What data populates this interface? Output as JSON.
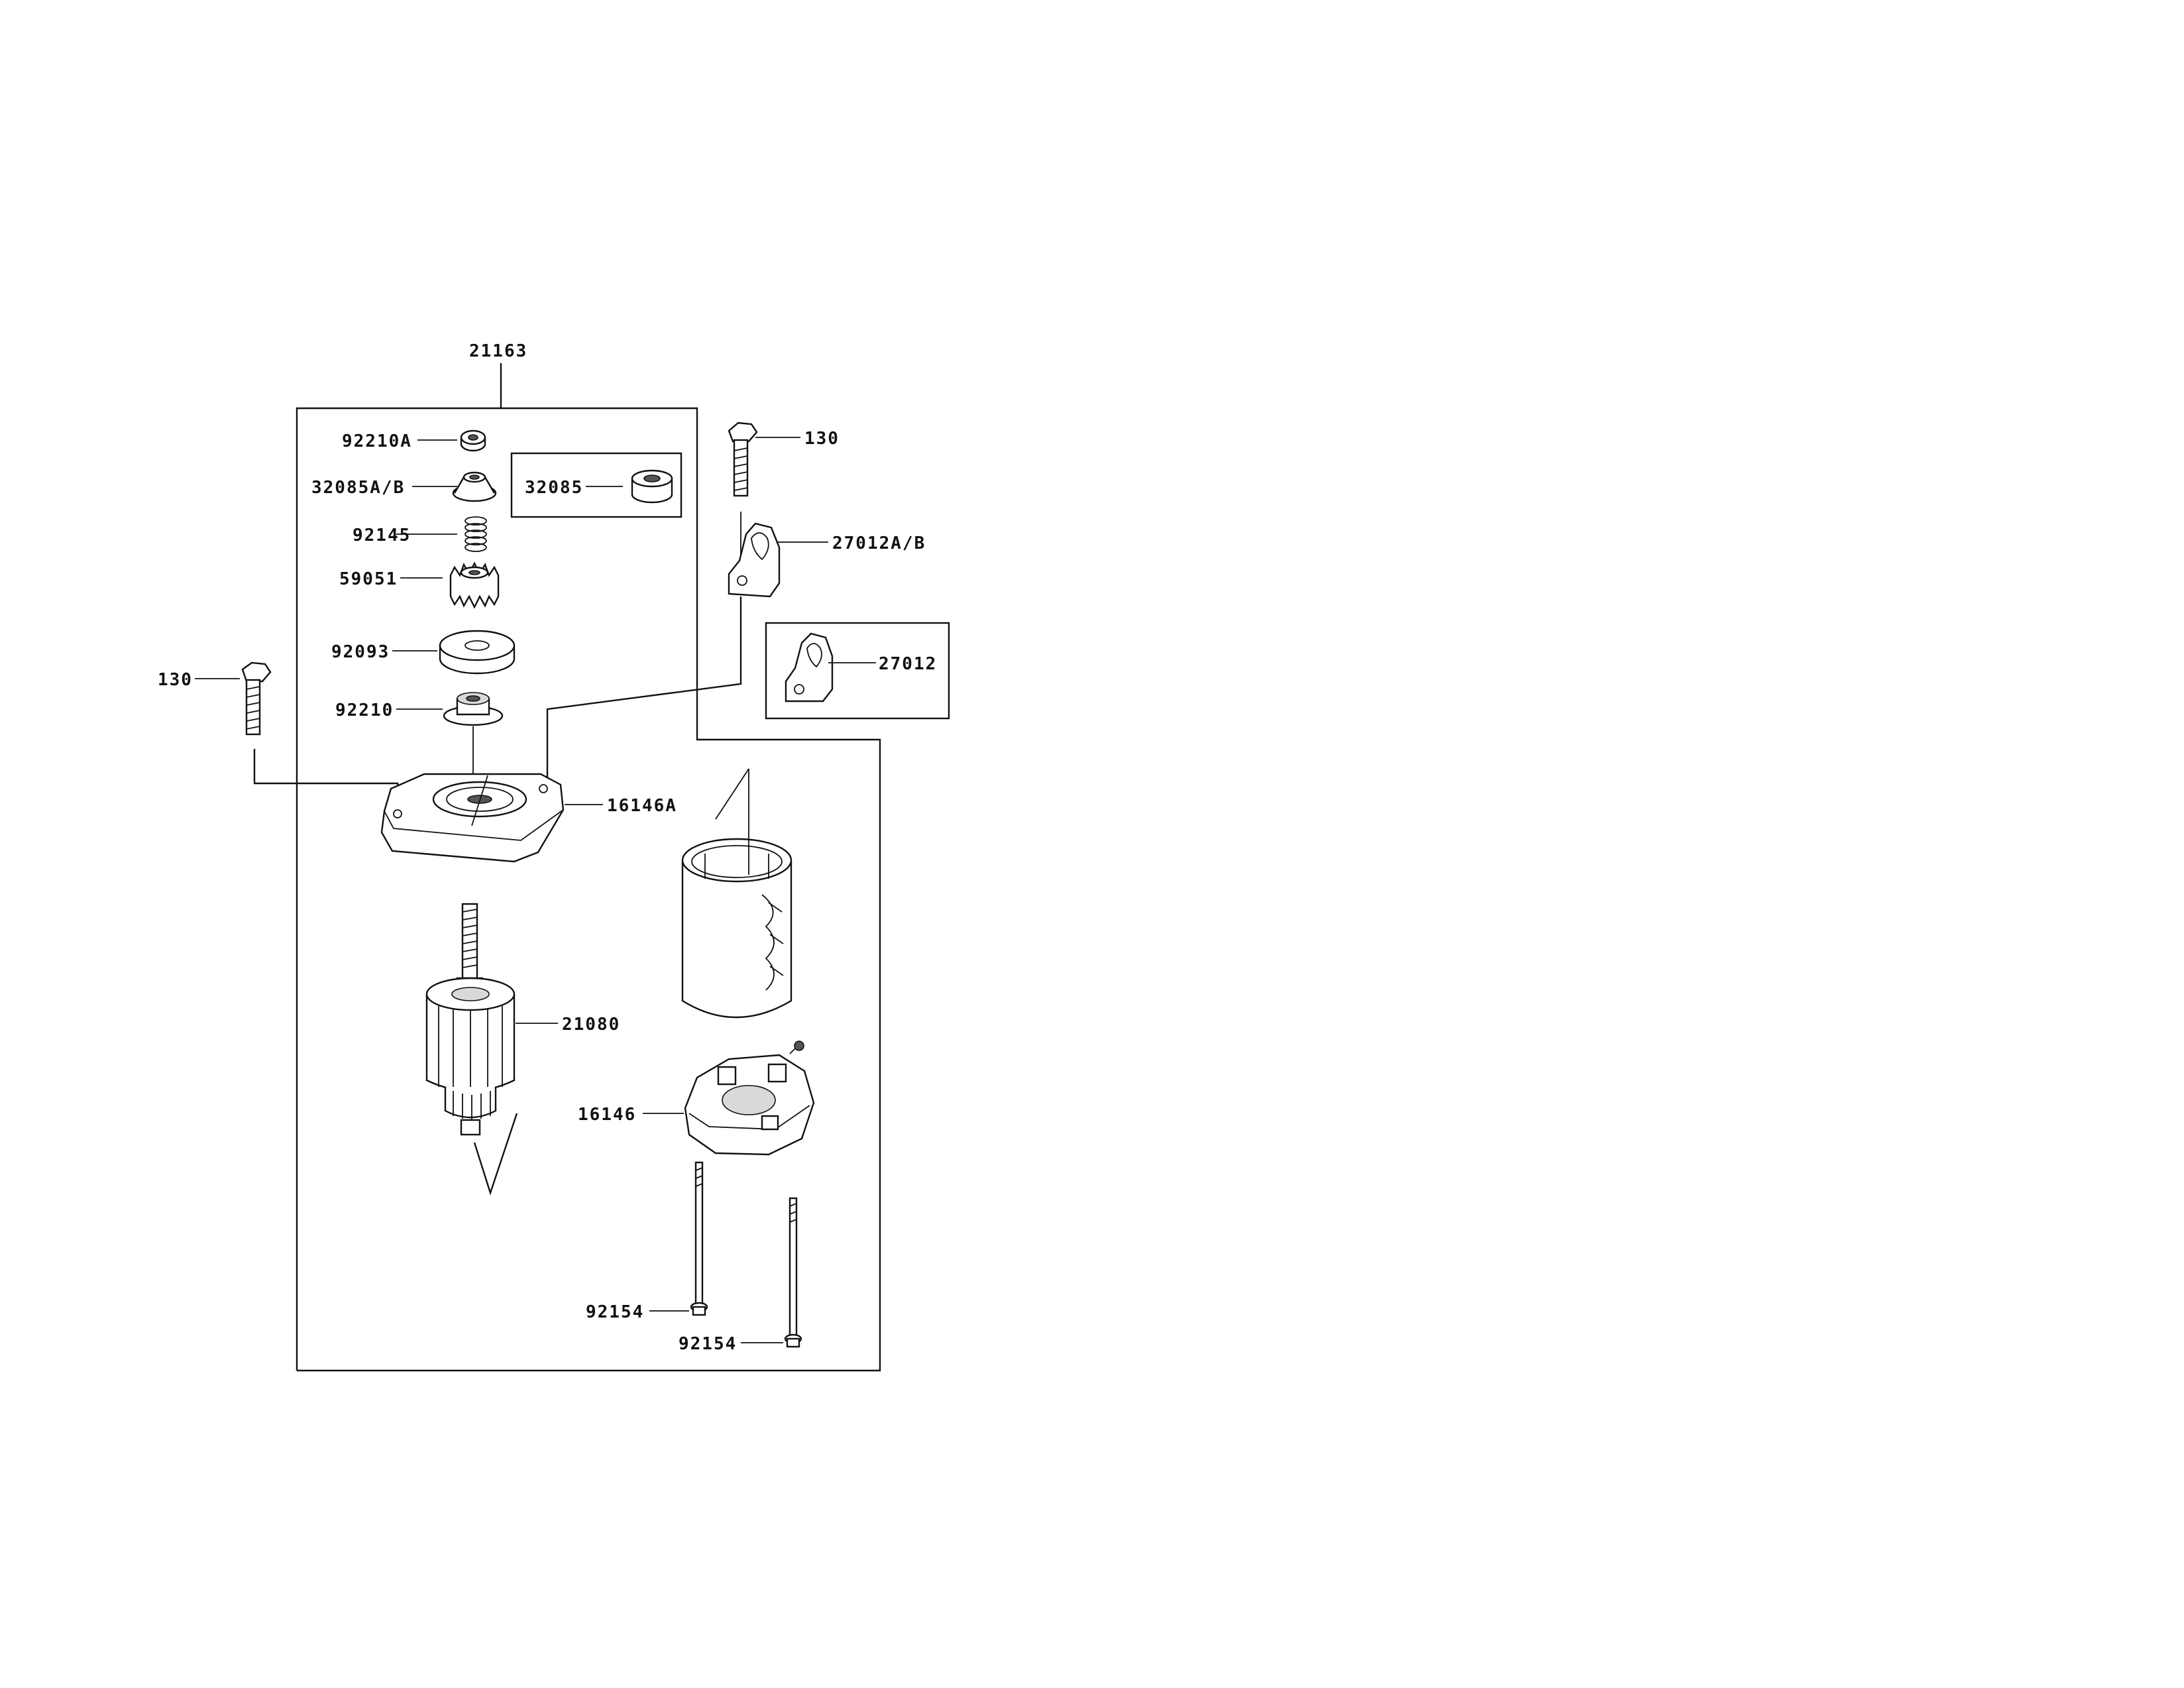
{
  "diagram": {
    "labels": {
      "assembly": "21163",
      "nut_top": "92210A",
      "collar_ab": "32085A/B",
      "collar_alt": "32085",
      "spring": "92145",
      "pinion": "59051",
      "washer": "92093",
      "nut_collar": "92210",
      "bolt_left": "130",
      "bolt_right": "130",
      "bracket_ab": "27012A/B",
      "bracket_alt": "27012",
      "front_cover": "16146A",
      "armature": "21080",
      "brush_holder": "16146",
      "through_bolt_1": "92154",
      "through_bolt_2": "92154"
    },
    "line_color": "#111111",
    "background_color": "#ffffff"
  }
}
